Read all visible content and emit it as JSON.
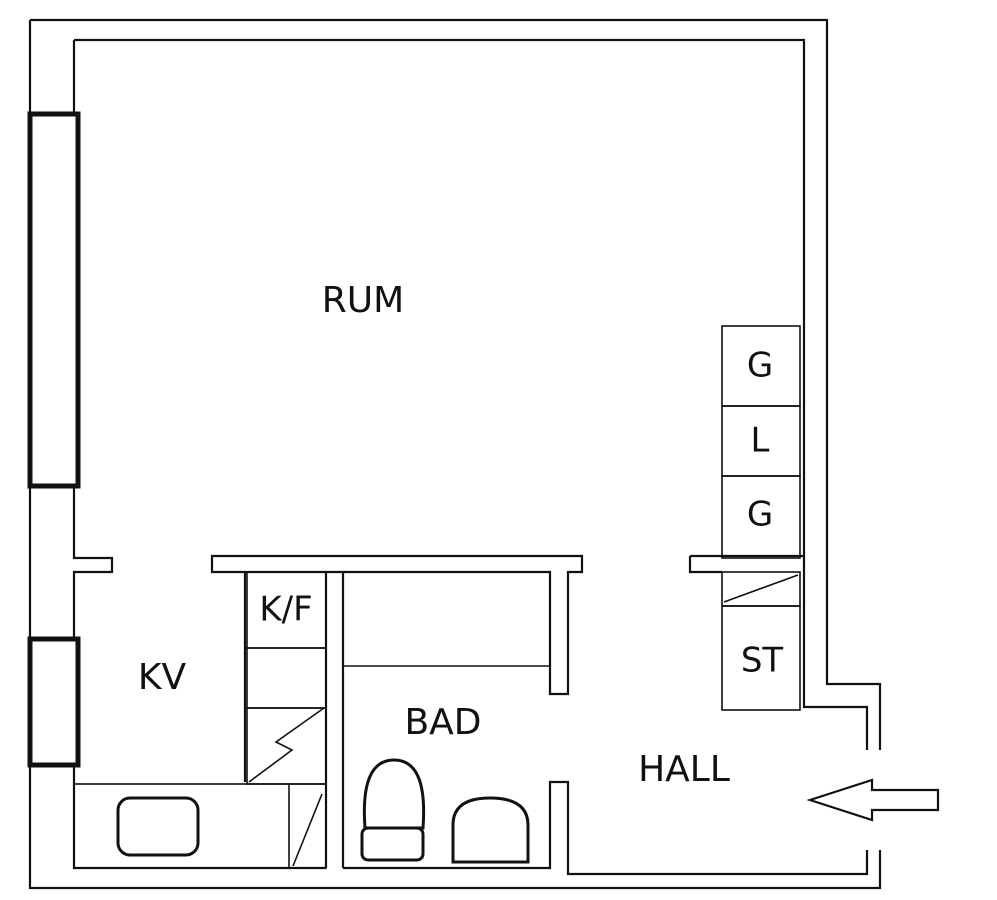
{
  "rooms": {
    "rum": "RUM",
    "kv": "KV",
    "kf": "K/F",
    "bad": "BAD",
    "hall": "HALL",
    "closet_top": "G",
    "closet_mid": "L",
    "closet_bottom": "G",
    "storage": "ST"
  },
  "colors": {
    "lines": "#111111",
    "background": "#ffffff"
  },
  "icons": {
    "entrance": "entrance-arrow-icon"
  }
}
